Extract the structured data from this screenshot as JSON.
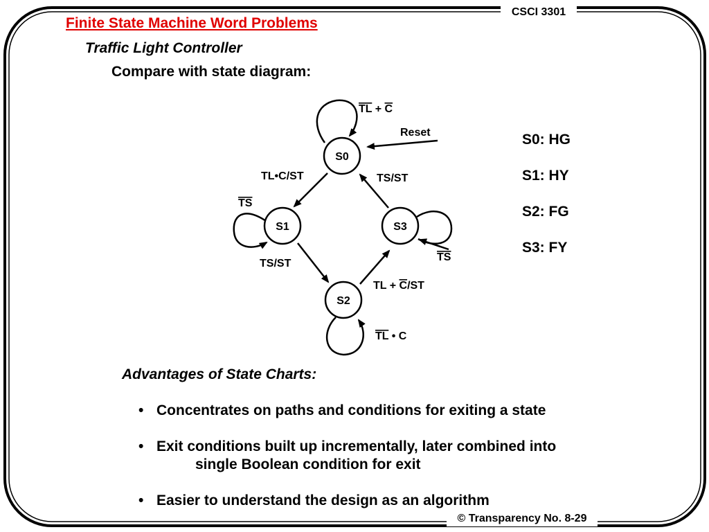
{
  "header": {
    "course": "CSCI 3301",
    "title": "Finite State Machine Word Problems",
    "subtitle": "Traffic Light Controller",
    "intro": "Compare with state diagram:"
  },
  "diagram": {
    "states": [
      {
        "id": "S0",
        "label": "S0"
      },
      {
        "id": "S1",
        "label": "S1"
      },
      {
        "id": "S2",
        "label": "S2"
      },
      {
        "id": "S3",
        "label": "S3"
      }
    ],
    "reset_label": "Reset",
    "labels": {
      "s0_self": {
        "bar": "TL",
        "mid": " + ",
        "bar2": "C",
        "rest": ""
      },
      "s0_to_s1": "TL•C/ST",
      "s3_to_s0": "TS/ST",
      "s1_self": {
        "bar": "TS"
      },
      "s1_to_s2": "TS/ST",
      "s3_self": {
        "bar": "TS"
      },
      "s2_to_s3": {
        "pre": "TL + ",
        "bar": "C",
        "rest": "/ST"
      },
      "s2_self": {
        "bar": "TL",
        "rest": " • C"
      }
    }
  },
  "state_legend": [
    "S0: HG",
    "S1: HY",
    "S2: FG",
    "S3: FY"
  ],
  "advantages": {
    "heading": "Advantages of State Charts:",
    "bullet": "•",
    "items": [
      {
        "line1": "Concentrates on paths and conditions for exiting a state",
        "line2": ""
      },
      {
        "line1": "Exit conditions built up incrementally, later combined into",
        "line2": "single Boolean condition for exit"
      },
      {
        "line1": "Easier to understand the design as an algorithm",
        "line2": ""
      }
    ]
  },
  "footer": {
    "transparency": "© Transparency No. 8-29"
  }
}
